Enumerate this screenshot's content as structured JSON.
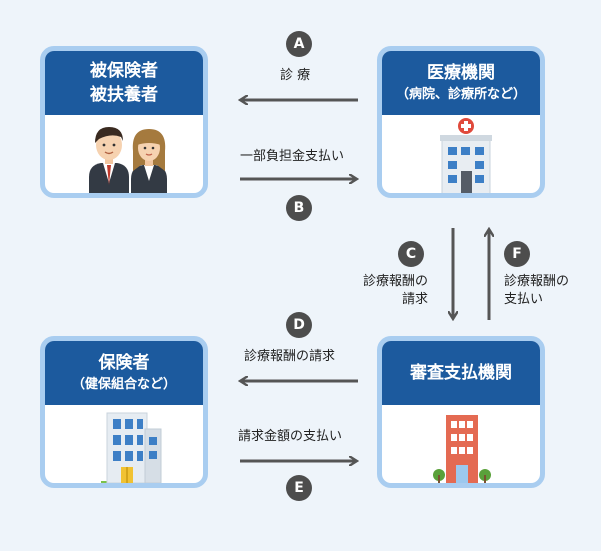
{
  "boxes": {
    "insured": {
      "line1": "被保険者",
      "line2": "被扶養者"
    },
    "medical": {
      "title": "医療機関",
      "sub": "（病院、診療所など）"
    },
    "insurer": {
      "title": "保険者",
      "sub": "（健保組合など）"
    },
    "review": {
      "title": "審査支払機関"
    }
  },
  "flows": {
    "A": {
      "letter": "A",
      "label": "診 療"
    },
    "B": {
      "letter": "B",
      "label": "一部負担金支払い"
    },
    "C": {
      "letter": "C",
      "label_line1": "診療報酬の",
      "label_line2": "請求"
    },
    "D": {
      "letter": "D",
      "label": "診療報酬の請求"
    },
    "E": {
      "letter": "E",
      "label": "請求金額の支払い"
    },
    "F": {
      "letter": "F",
      "label_line1": "診療報酬の",
      "label_line2": "支払い"
    }
  },
  "colors": {
    "header": "#1c5a9e",
    "border": "#a9cdf0",
    "arrow": "#555555",
    "badge": "#4d4d4d"
  },
  "icons": [
    "people-icon",
    "hospital-icon",
    "office-building-icon",
    "red-building-icon"
  ]
}
